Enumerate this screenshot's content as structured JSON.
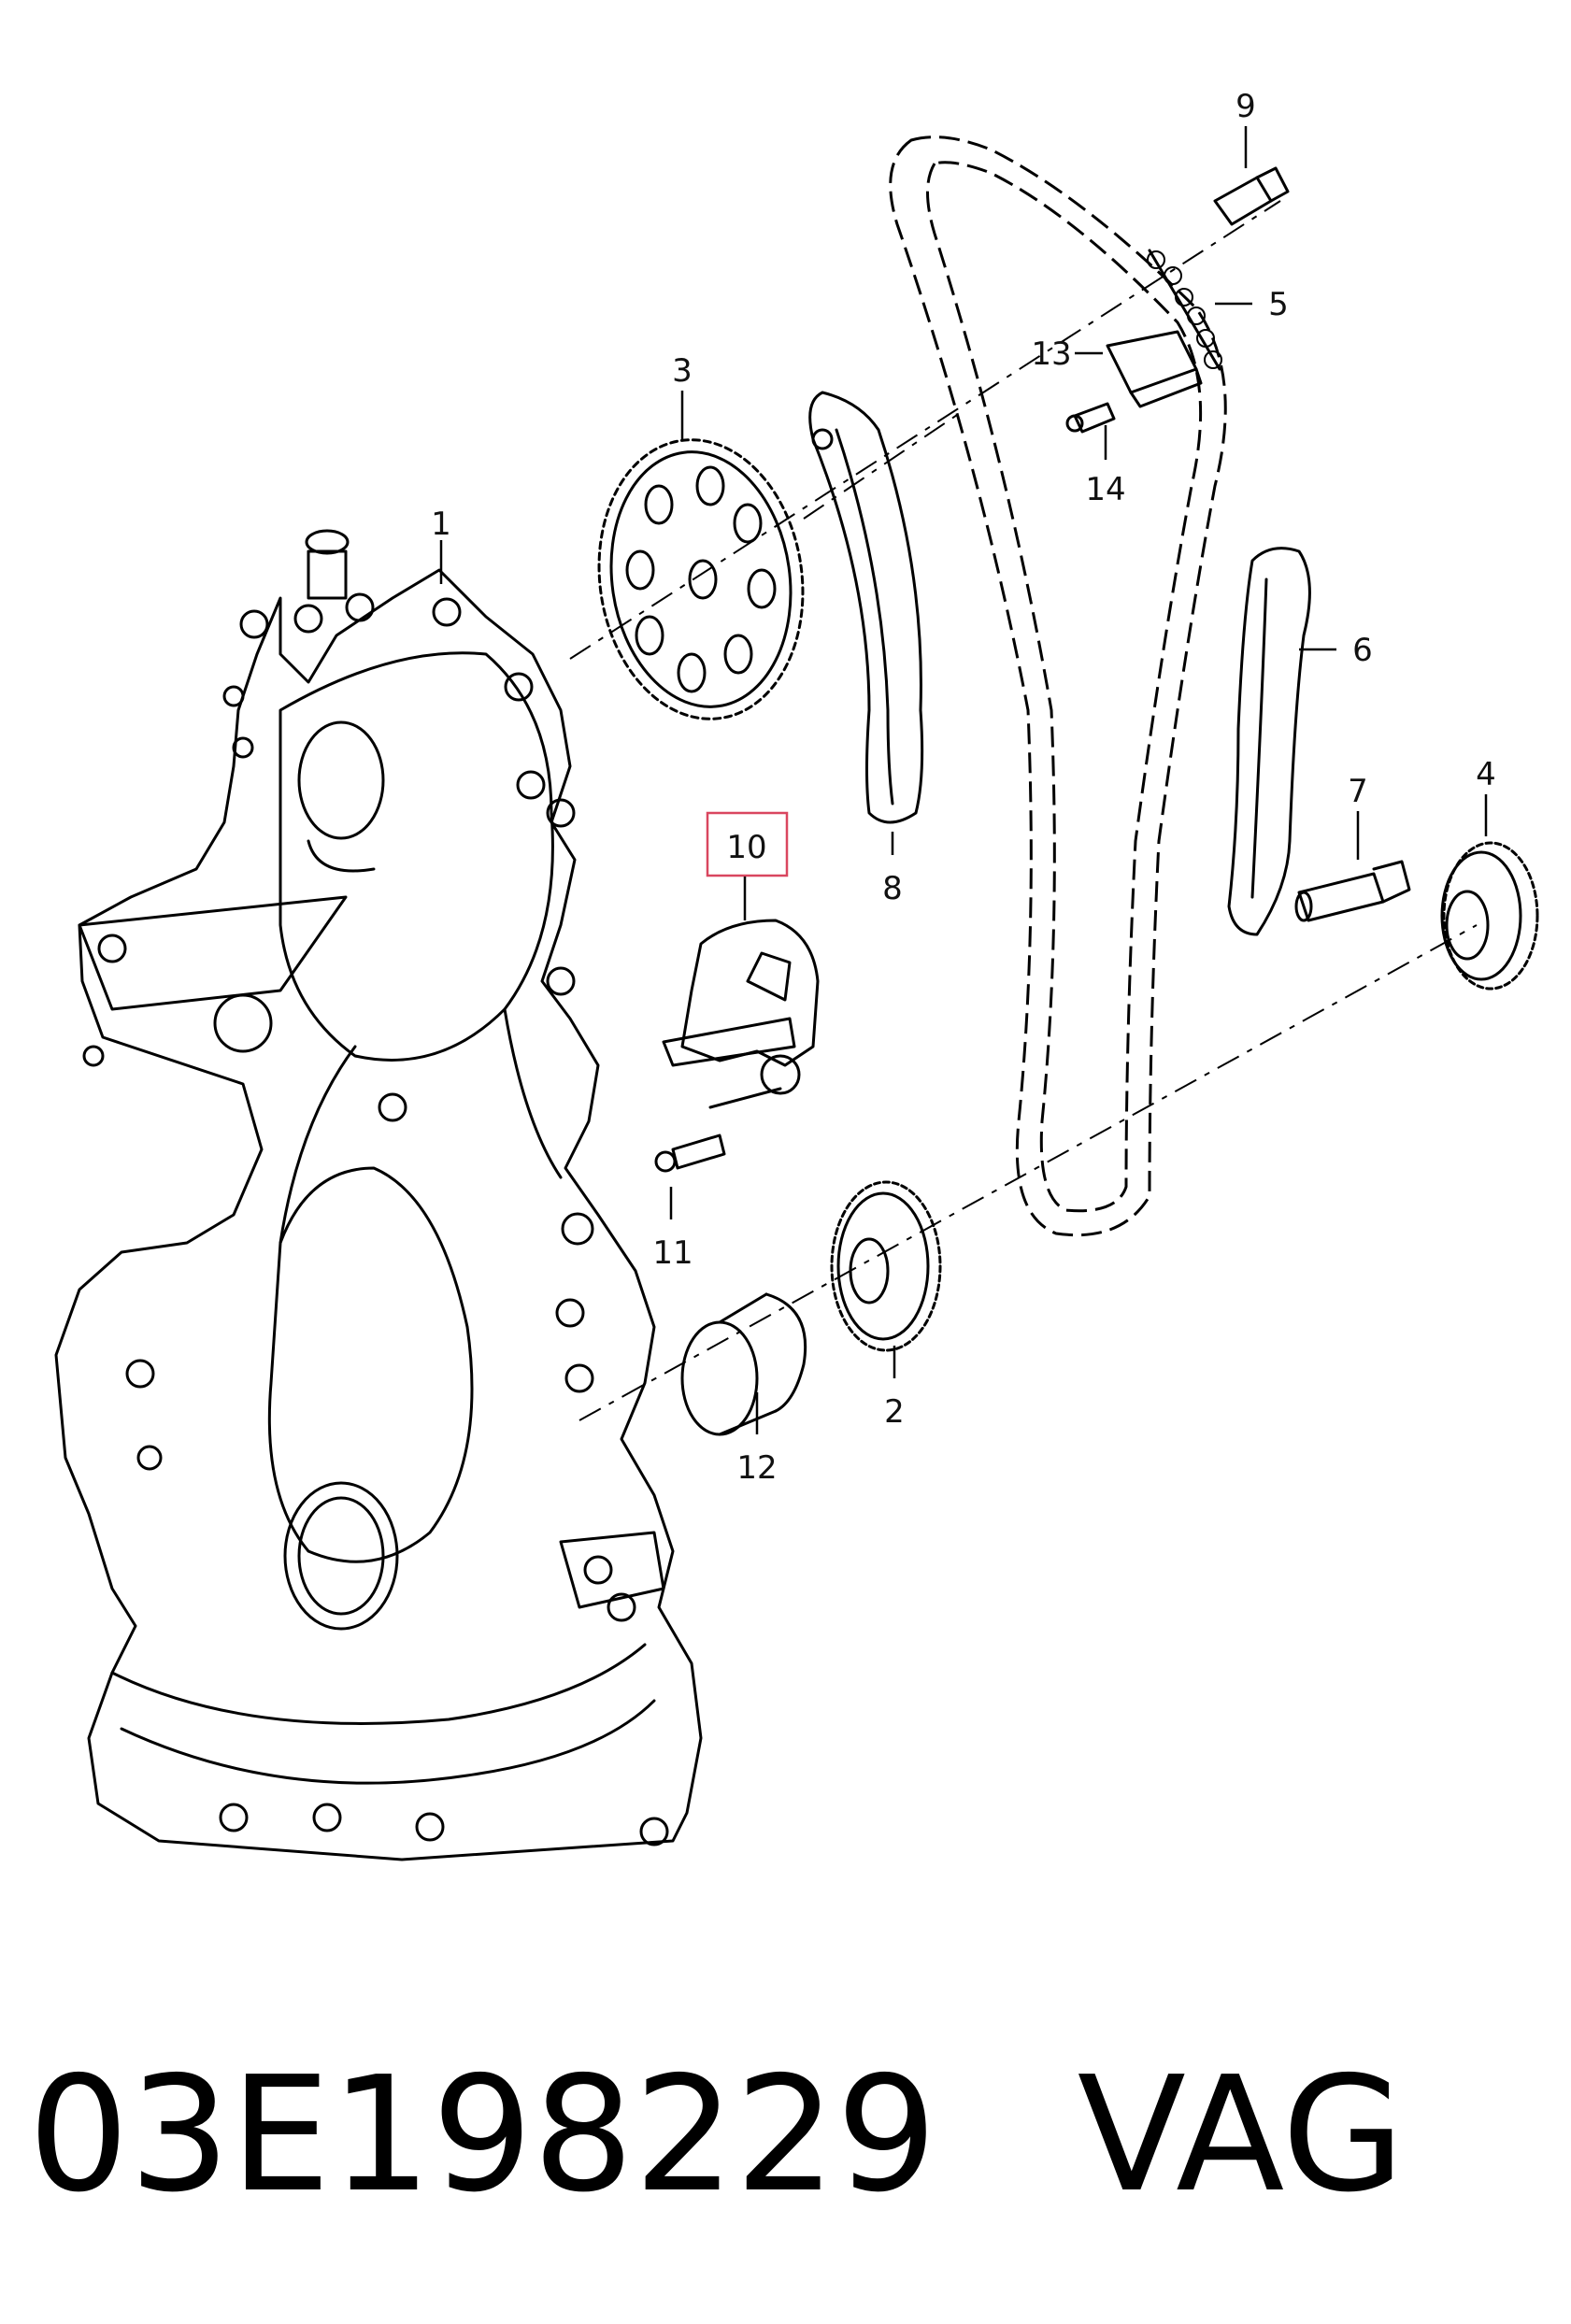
{
  "callouts": [
    {
      "id": "1",
      "label": "1"
    },
    {
      "id": "2",
      "label": "2"
    },
    {
      "id": "3",
      "label": "3"
    },
    {
      "id": "4",
      "label": "4"
    },
    {
      "id": "5",
      "label": "5"
    },
    {
      "id": "6",
      "label": "6"
    },
    {
      "id": "7",
      "label": "7"
    },
    {
      "id": "8",
      "label": "8"
    },
    {
      "id": "9",
      "label": "9"
    },
    {
      "id": "10",
      "label": "10",
      "highlighted": true
    },
    {
      "id": "11",
      "label": "11"
    },
    {
      "id": "12",
      "label": "12"
    },
    {
      "id": "13",
      "label": "13"
    },
    {
      "id": "14",
      "label": "14"
    }
  ],
  "highlight_color": "#d9465f",
  "caption": {
    "part_number": "03E198229",
    "brand": "VAG"
  }
}
